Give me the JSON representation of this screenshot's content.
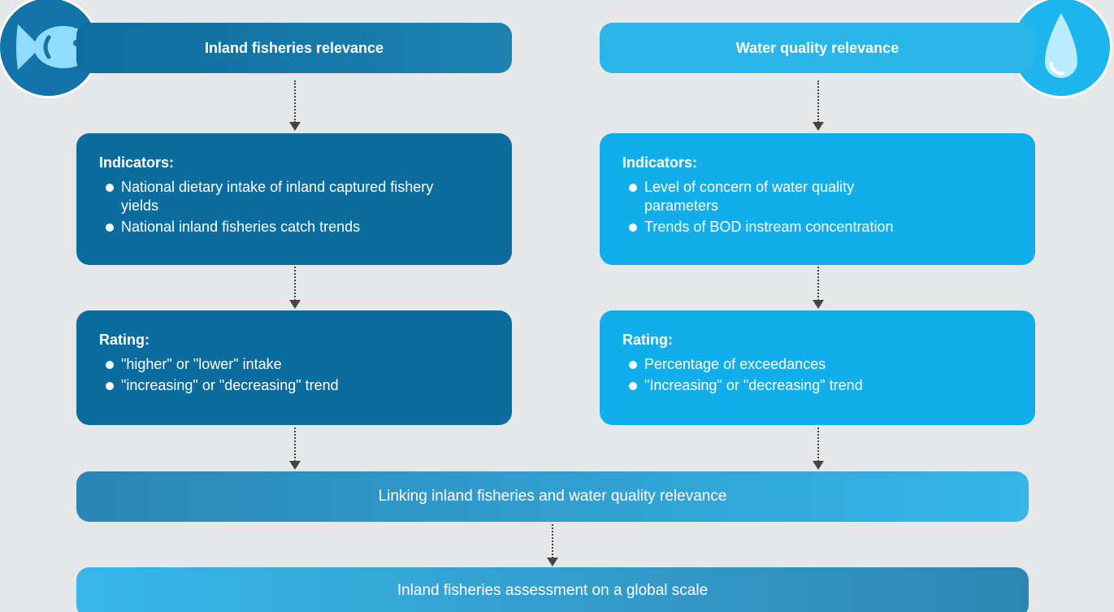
{
  "headers": {
    "fish": "Inland fisheries relevance",
    "water": "Water quality relevance"
  },
  "fish_indicators": {
    "title": "Indicators:",
    "items": [
      "National dietary intake of inland captured fishery yields",
      "National inland fisheries catch trends"
    ]
  },
  "water_indicators": {
    "title": "Indicators:",
    "items": [
      "Level of concern of water quality parameters",
      "Trends of BOD instream concentration"
    ]
  },
  "fish_rating": {
    "title": "Rating:",
    "items": [
      "\"higher\" or \"lower\" intake",
      "\"increasing\" or \"decreasing\" trend"
    ]
  },
  "water_rating": {
    "title": "Rating:",
    "items": [
      " Percentage of exceedances",
      "\"Increasing\" or \"decreasing\" trend"
    ]
  },
  "linking": "Linking inland fisheries and water quality relevance",
  "global": "Inland fisheries assessment on a global scale",
  "icons": {
    "fish": "fish-icon",
    "water": "water-drop-icon"
  },
  "colors": {
    "dark_blue": "#0b6ca0",
    "light_blue": "#11aeec",
    "background": "#e6e7e8"
  }
}
